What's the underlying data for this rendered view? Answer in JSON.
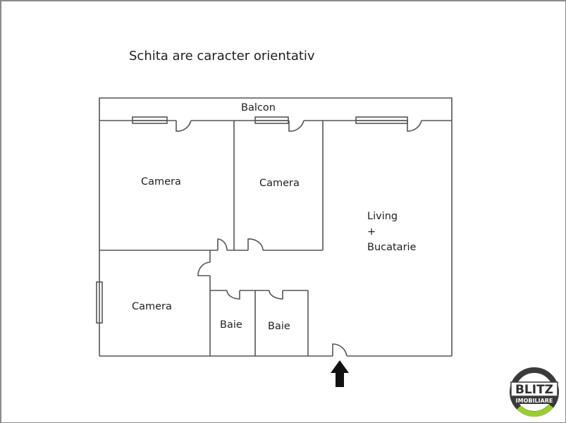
{
  "caption": "Schita are caracter orientativ",
  "rooms": {
    "balcony": "Balcon",
    "bedroom_1": "Camera",
    "bedroom_2": "Camera",
    "bedroom_3": "Camera",
    "bathroom_1": "Baie",
    "bathroom_2": "Baie",
    "living": {
      "line1": "Living",
      "line2": "+",
      "line3": "Bucatarie"
    }
  },
  "entrance": {
    "icon": "arrow-up-icon",
    "color": "#111111"
  },
  "logo": {
    "brand": "BLITZ",
    "subtitle": "IMOBILIARE",
    "ring_color": "#3a3a3a",
    "accent_color": "#9acd32"
  },
  "colors": {
    "wall": "#555555",
    "text": "#1e1e1e",
    "frame": "#8a8a8a"
  }
}
